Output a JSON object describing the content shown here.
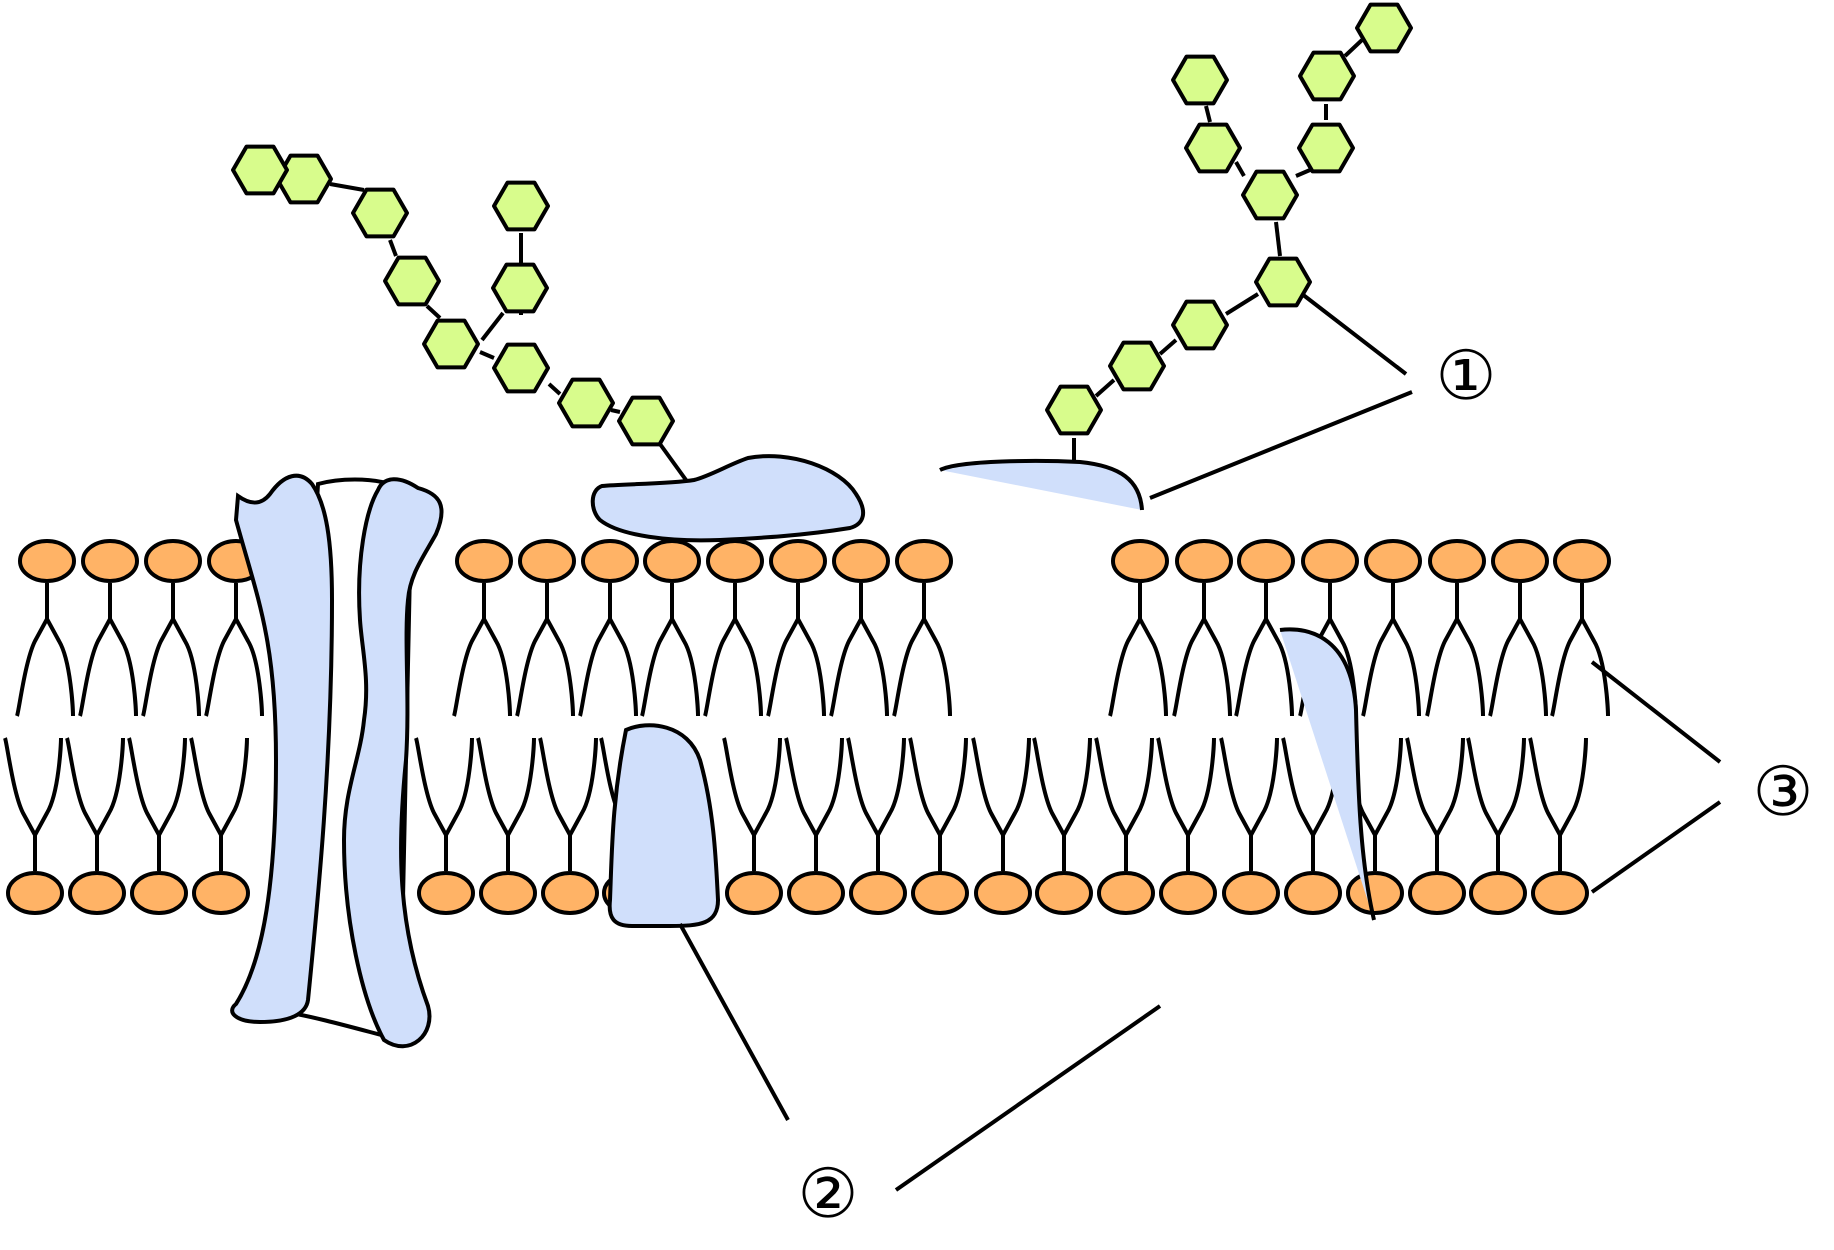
{
  "labels": {
    "one": "①",
    "two": "②",
    "three": "③"
  },
  "colors": {
    "phospholipid_head": "#FFB366",
    "protein": "#D0DFFB",
    "sugar": "#D8FC8C",
    "outline": "#000000",
    "background": "#FFFFFF"
  }
}
